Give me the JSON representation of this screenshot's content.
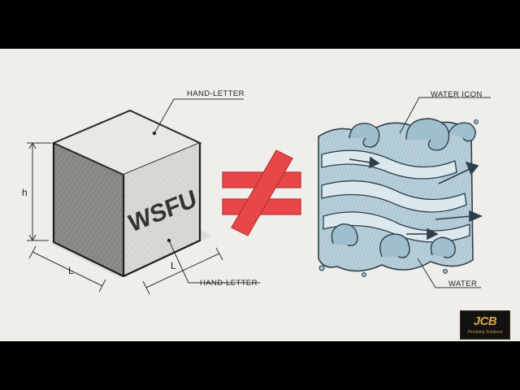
{
  "labels": {
    "cube_top": "HAND-LETTER",
    "cube_bottom": "HAND-LETTER",
    "water_top": "WATER ICON",
    "water_bottom": "WATER"
  },
  "cube": {
    "face_text": "WSFU",
    "height_label": "h",
    "length_label_left": "L",
    "length_label_right": "L"
  },
  "symbol": {
    "meaning": "not equal",
    "color": "#e8474a"
  },
  "logo": {
    "mark": "JCB",
    "tagline": "Plumbing Solutions"
  },
  "colors": {
    "paper": "#efeeea",
    "water": "#a9c6d4",
    "ink": "#2a2a2a"
  }
}
